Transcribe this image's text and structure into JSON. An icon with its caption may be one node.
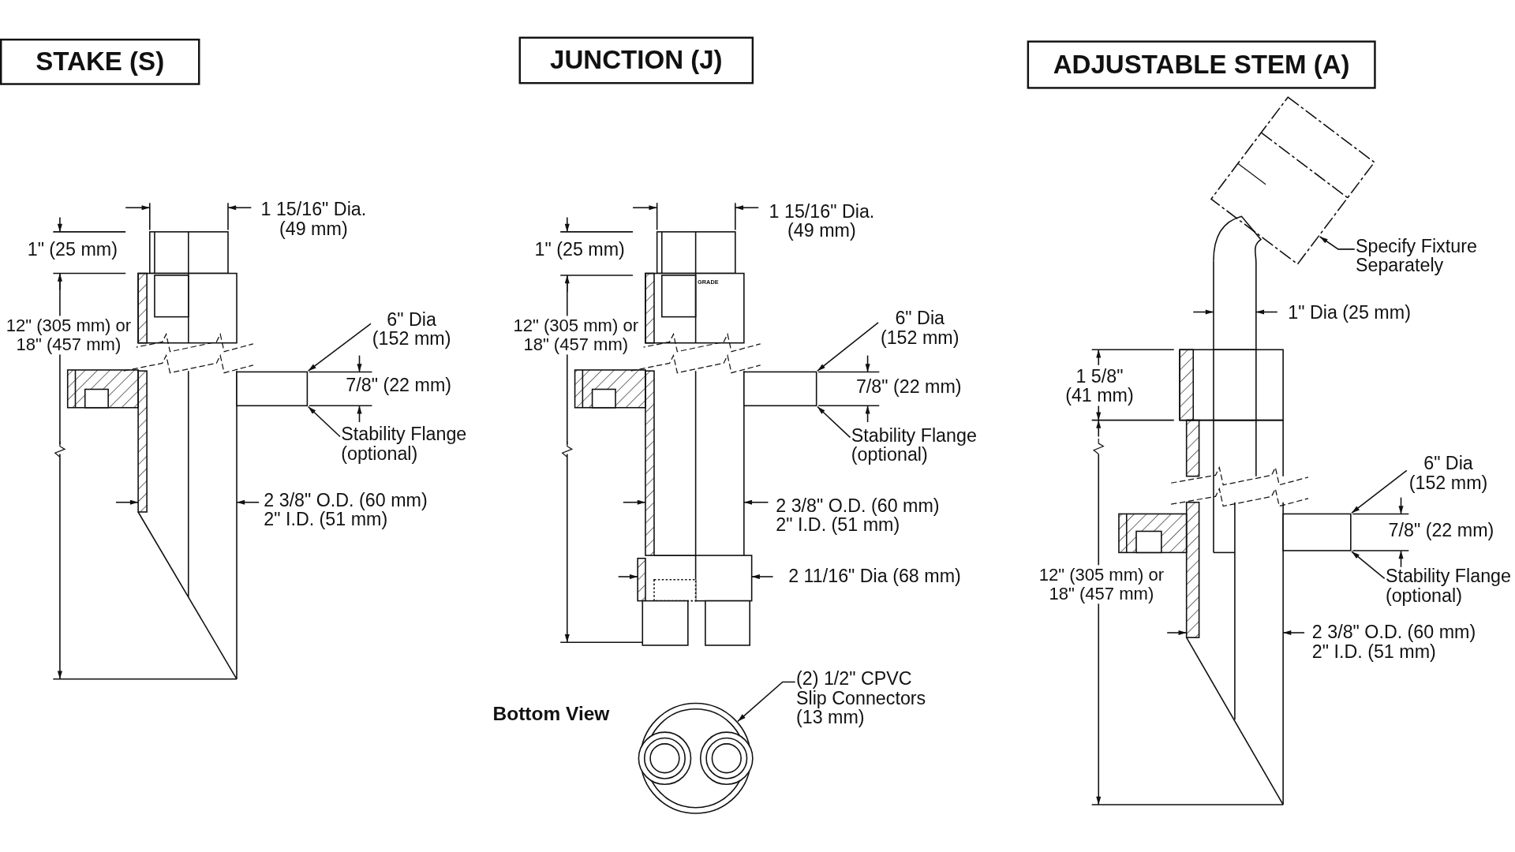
{
  "diagram": {
    "nodes": [
      {
        "text": [
          "STAKE (S)"
        ]
      },
      {
        "text": [
          "JUNCTION (J)"
        ]
      },
      {
        "text": [
          "ADJUSTABLE STEM (A)"
        ]
      },
      {
        "text": [
          "6\" Dia (152 mm)"
        ]
      },
      {
        "text": [],
        "shape": "box"
      },
      {
        "text": [
          "Stability Flange (optional)"
        ]
      },
      {
        "text": [
          "6\" Dia (152 mm)"
        ]
      },
      {
        "text": [],
        "shape": "box"
      },
      {
        "text": [
          "Stability Flange (optional)"
        ]
      },
      {
        "text": [
          "Specify Fixture Separately"
        ]
      },
      {
        "text": [],
        "shape": "picture"
      },
      {
        "text": [
          "6\" Dia (152 mm)"
        ]
      },
      {
        "text": [],
        "shape": "box"
      },
      {
        "text": [
          "Stability Flange (optional)"
        ]
      },
      {
        "text": [
          "(2) 1/2\" CPVC Slip Connectors (13 mm)"
        ]
      },
      {
        "text": [],
        "shape": "circle"
      }
    ],
    "edges": [
      {
        "from": 3,
        "to": 4,
        "arrow": "to"
      },
      {
        "from": 5,
        "to": 4,
        "arrow": "to"
      },
      {
        "from": 6,
        "to": 7,
        "arrow": "to"
      },
      {
        "from": 8,
        "to": 7,
        "arrow": "to"
      },
      {
        "from": 9,
        "to": 10,
        "arrow": "to"
      },
      {
        "from": 11,
        "to": 12,
        "arrow": "to"
      },
      {
        "from": 13,
        "to": 12,
        "arrow": "to"
      },
      {
        "from": 14,
        "to": 15,
        "arrow": "to"
      }
    ],
    "labels": [
      "1 15/16\" Dia. (49 mm)",
      "1\" (25 mm)",
      "12\" (305 mm) or 18\" (457 mm)",
      "7/8\" (22 mm)",
      "2 3/8\" O.D. (60 mm) 2\" I.D. (51 mm)",
      "1 15/16\" Dia. (49 mm)",
      "GRADE",
      "1\" (25 mm)",
      "12\" (305 mm) or 18\" (457 mm)",
      "7/8\" (22 mm)",
      "2 3/8\" O.D. (60 mm) 2\" I.D. (51 mm)",
      "2 11/16\" Dia (68 mm)",
      "Bottom View",
      "1\" Dia (25 mm)",
      "1 5/8\" (41 mm)",
      "12\" (305 mm) or 18\" (457 mm)",
      "7/8\" (22 mm)",
      "2 3/8\" O.D. (60 mm) 2\" I.D. (51 mm)"
    ]
  }
}
